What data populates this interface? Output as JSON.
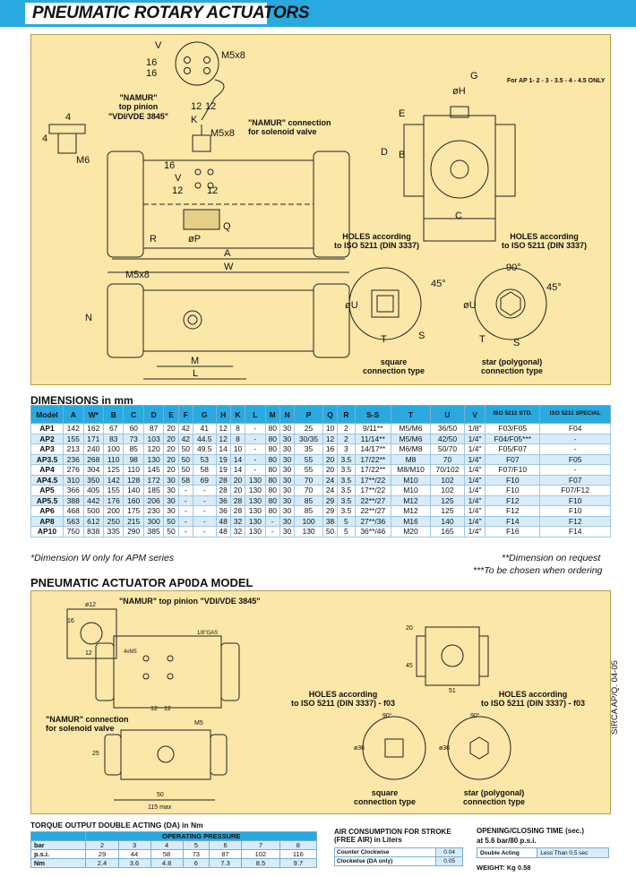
{
  "header": {
    "title": "PNEUMATIC ROTARY ACTUATORS"
  },
  "colors": {
    "band": "#29a9e0",
    "panel": "#fbe7a8",
    "row_alt": "#d7ecf8"
  },
  "diagram1": {
    "labels": {
      "namur_top": "\"NAMUR\"\ntop pinion\n\"VDI/VDE 3845\"",
      "namur_conn": "\"NAMUR\" connection\nfor solenoid valve",
      "for_ap": "For AP 1- 2 - 3 - 3.5 - 4 - 4.5 ONLY",
      "holes_left": "HOLES according\nto ISO 5211 (DIN 3337)",
      "holes_right": "HOLES according\nto ISO 5211 (DIN 3337)",
      "square": "square\nconnection type",
      "star": "star (polygonal)\nconnection type"
    },
    "dims": {
      "V": "V",
      "n16a": "16",
      "n16b": "16",
      "M5x8a": "M5x8",
      "n12a": "12",
      "n12b": "12",
      "K": "K",
      "M5x8b": "M5x8",
      "n4": "4",
      "n4b": "4",
      "M6": "M6",
      "n16c": "16",
      "V2": "V",
      "n12c": "12",
      "n12d": "12",
      "R": "R",
      "oP": "øP",
      "Q": "Q",
      "A": "A",
      "W": "W",
      "M5x8c": "M5x8",
      "N": "N",
      "M": "M",
      "L": "L",
      "G": "G",
      "oH": "øH",
      "E": "E",
      "D": "D",
      "B": "B",
      "C": "C",
      "oU1": "øU",
      "T1": "T",
      "S1": "S",
      "a45a": "45°",
      "a90": "90°",
      "a45b": "45°",
      "oU2": "øU",
      "T2": "T",
      "S2": "S"
    }
  },
  "dimensions": {
    "heading": "DIMENSIONS in mm",
    "columns": [
      "Model",
      "A",
      "W*",
      "B",
      "C",
      "D",
      "E",
      "F",
      "G",
      "H",
      "K",
      "L",
      "M",
      "N",
      "P",
      "Q",
      "R",
      "S-S",
      "T",
      "U",
      "V",
      "ISO 5211 STD.",
      "ISO 5211 SPECIAL"
    ],
    "rows": [
      [
        "AP1",
        "142",
        "162",
        "67",
        "60",
        "87",
        "20",
        "42",
        "41",
        "12",
        "8",
        "-",
        "80",
        "30",
        "25",
        "10",
        "2",
        "9/11**",
        "M5/M6",
        "36/50",
        "1/8\"",
        "F03/F05",
        "F04"
      ],
      [
        "AP2",
        "155",
        "171",
        "83",
        "73",
        "103",
        "20",
        "42",
        "44.5",
        "12",
        "8",
        "-",
        "80",
        "30",
        "30/35",
        "12",
        "2",
        "11/14**",
        "M5/M6",
        "42/50",
        "1/4\"",
        "F04/F05***",
        "-"
      ],
      [
        "AP3",
        "213",
        "240",
        "100",
        "85",
        "120",
        "20",
        "50",
        "49.5",
        "14",
        "10",
        "-",
        "80",
        "30",
        "35",
        "16",
        "3",
        "14/17**",
        "M6/M8",
        "50/70",
        "1/4\"",
        "F05/F07",
        "-"
      ],
      [
        "AP3.5",
        "236",
        "268",
        "110",
        "98",
        "130",
        "20",
        "50",
        "53",
        "19",
        "14",
        "-",
        "80",
        "30",
        "55",
        "20",
        "3.5",
        "17/22**",
        "M8",
        "70",
        "1/4\"",
        "F07",
        "F05"
      ],
      [
        "AP4",
        "276",
        "304",
        "125",
        "110",
        "145",
        "20",
        "50",
        "58",
        "19",
        "14",
        "-",
        "80",
        "30",
        "55",
        "20",
        "3.5",
        "17/22**",
        "M8/M10",
        "70/102",
        "1/4\"",
        "F07/F10",
        "-"
      ],
      [
        "AP4.5",
        "310",
        "350",
        "142",
        "128",
        "172",
        "30",
        "58",
        "69",
        "28",
        "20",
        "130",
        "80",
        "30",
        "70",
        "24",
        "3.5",
        "17**/22",
        "M10",
        "102",
        "1/4\"",
        "F10",
        "F07"
      ],
      [
        "AP5",
        "366",
        "405",
        "155",
        "140",
        "185",
        "30",
        "-",
        "-",
        "28",
        "20",
        "130",
        "80",
        "30",
        "70",
        "24",
        "3.5",
        "17**/22",
        "M10",
        "102",
        "1/4\"",
        "F10",
        "F07/F12"
      ],
      [
        "AP5.5",
        "388",
        "442",
        "176",
        "160",
        "206",
        "30",
        "-",
        "-",
        "36",
        "28",
        "130",
        "80",
        "30",
        "85",
        "29",
        "3.5",
        "22**/27",
        "M12",
        "125",
        "1/4\"",
        "F12",
        "F10"
      ],
      [
        "AP6",
        "468",
        "500",
        "200",
        "175",
        "230",
        "30",
        "-",
        "-",
        "36",
        "28",
        "130",
        "80",
        "30",
        "85",
        "29",
        "3.5",
        "22**/27",
        "M12",
        "125",
        "1/4\"",
        "F12",
        "F10"
      ],
      [
        "AP8",
        "563",
        "612",
        "250",
        "215",
        "300",
        "50",
        "-",
        "-",
        "48",
        "32",
        "130",
        "-",
        "30",
        "100",
        "38",
        "5",
        "27**/36",
        "M16",
        "140",
        "1/4\"",
        "F14",
        "F12"
      ],
      [
        "AP10",
        "750",
        "838",
        "335",
        "290",
        "385",
        "50",
        "-",
        "-",
        "48",
        "32",
        "130",
        "-",
        "30",
        "130",
        "50",
        "5",
        "36**/46",
        "M20",
        "165",
        "1/4\"",
        "F16",
        "F14"
      ]
    ],
    "note_w": "*Dimension W only for APM series",
    "note_request": "**Dimension on request",
    "note_order": "***To be chosen when ordering"
  },
  "model2": {
    "heading": "PNEUMATIC ACTUATOR AP0DA MODEL",
    "labels": {
      "namur_top": "\"NAMUR\" top pinion \"VDI/VDE 3845\"",
      "namur_conn": "\"NAMUR\" connection\nfor solenoid valve",
      "holes_left": "HOLES according\nto ISO 5211 (DIN 3337) - f03",
      "holes_right": "HOLES according\nto ISO 5211 (DIN 3337) - f03",
      "square": "square\nconnection type",
      "star": "star (polygonal)\nconnection type"
    },
    "dims": {
      "d12": "ø12",
      "n16": "16",
      "n12": "12",
      "n4x": "4xM5",
      "g18": "1/8\"GAS",
      "n12a": "12",
      "n12b": "12",
      "M5": "M5",
      "n25": "25",
      "n50": "50",
      "n115": "115 max",
      "n20": "20",
      "n45": "45",
      "n51": "51",
      "n90a": "90°",
      "n90b": "90°",
      "n36a": "ø36",
      "n36b": "ø36"
    }
  },
  "torque": {
    "heading": "TORQUE OUTPUT DOUBLE ACTING (DA) in Nm",
    "subheading": "OPERATING PRESSURE",
    "rows": [
      [
        "bar",
        "2",
        "3",
        "4",
        "5",
        "6",
        "7",
        "8"
      ],
      [
        "p.s.i.",
        "29",
        "44",
        "58",
        "73",
        "87",
        "102",
        "116"
      ],
      [
        "Nm",
        "2.4",
        "3.6",
        "4.8",
        "6",
        "7.3",
        "8.5",
        "9.7"
      ]
    ]
  },
  "air": {
    "heading": "AIR CONSUMPTION FOR STROKE\n(FREE AIR) in Liters",
    "rows": [
      [
        "Counter Clockwise",
        "0.04"
      ],
      [
        "Clockwise (DA only)",
        "0.05"
      ]
    ]
  },
  "time": {
    "heading": "OPENING/CLOSING TIME (sec.)",
    "subheading": "at 5.6 bar/80 p.s.i.",
    "rows": [
      [
        "Double Acting",
        "Less Than 0.5 sec"
      ]
    ],
    "weight": "WEIGHT: Kg 0.58"
  },
  "side_code": "SIRCA AP/Q. 04-05"
}
